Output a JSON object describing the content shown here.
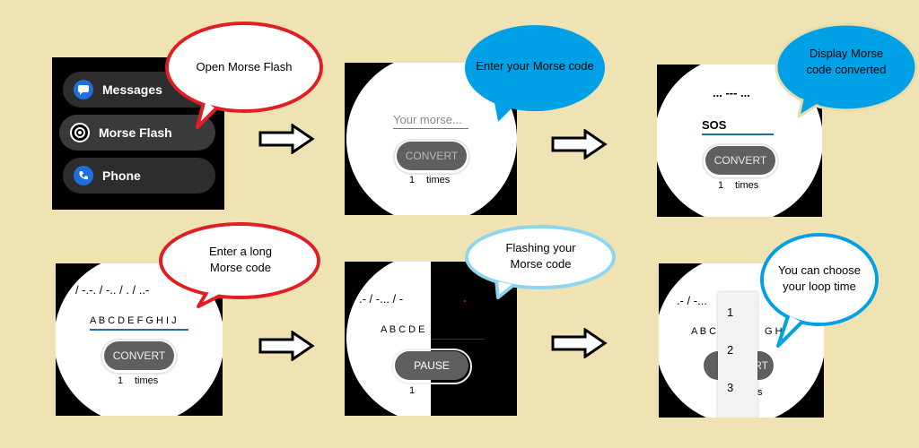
{
  "callouts": {
    "c1": "Open Morse Flash",
    "c2": "Enter your Morse code",
    "c3a": "Display Morse",
    "c3b": "code converted",
    "c4a": "Enter a long",
    "c4b": "Morse code",
    "c5a": "Flashing your",
    "c5b": "Morse code",
    "c6a": "You can choose",
    "c6b": "your loop time"
  },
  "apps": [
    {
      "label": "Messages"
    },
    {
      "label": "Morse Flash"
    },
    {
      "label": "Phone"
    }
  ],
  "screen2": {
    "placeholder": "Your morse...",
    "convert": "CONVERT",
    "count": "1",
    "times": "times"
  },
  "screen3": {
    "morse": "... --- ...",
    "text": "SOS",
    "convert": "CONVERT",
    "count": "1",
    "times": "times"
  },
  "screen4": {
    "morse": "/ -.-.  / -..  / .  / ..-",
    "text": "A B C D E F G H I J",
    "convert": "CONVERT",
    "count": "1",
    "times": "times"
  },
  "screen5": {
    "morse": ".-  / -...  / -",
    "text": "A B C D E",
    "pause": "PAUSE",
    "count": "1"
  },
  "screen6": {
    "morse": ".-  / -...",
    "text": "A B C",
    "text_end": "G H",
    "btn_end": "RT",
    "times_end": "s",
    "options": [
      "1",
      "2",
      "3"
    ]
  },
  "colors": {
    "background": "#efe3b3",
    "red": "#e01e24",
    "blue": "#00a0e6",
    "lightblue": "#8ed6ee",
    "watch": "#ffffff",
    "button": "#5f5f5f"
  }
}
